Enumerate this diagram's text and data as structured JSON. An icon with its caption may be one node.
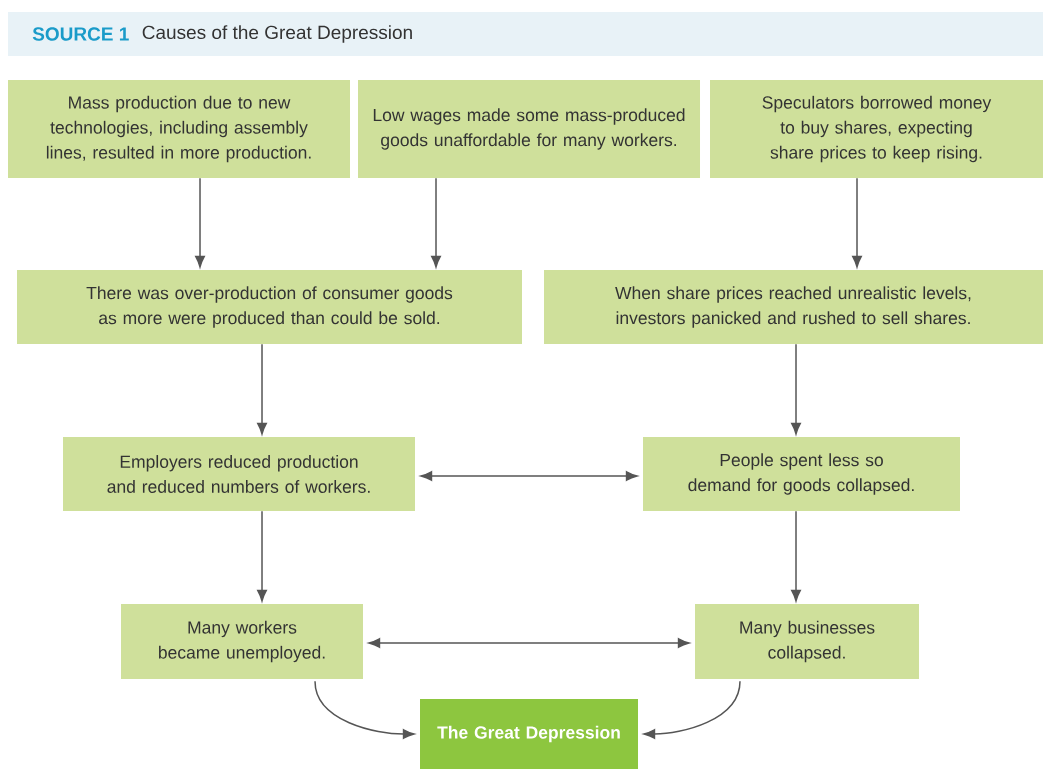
{
  "diagram": {
    "title": "Causes of the Great Depression",
    "nodes": [
      {
        "text": [
          "Mass production due to new technologies, including assembly lines, resulted in more production."
        ]
      },
      {
        "text": [
          "Low wages made some mass-produced goods unaffordable for many workers."
        ]
      },
      {
        "text": [
          "Speculators borrowed money to buy shares, expecting share prices to keep rising."
        ]
      },
      {
        "text": [
          "There was over-production of consumer goods as more were produced than could be sold."
        ]
      },
      {
        "text": [
          "When share prices reached unrealistic levels, investors panicked and rushed to sell shares."
        ]
      },
      {
        "text": [
          "Employers reduced production and reduced numbers of workers."
        ]
      },
      {
        "text": [
          "People spent less so demand for goods collapsed."
        ]
      },
      {
        "text": [
          "Many workers became unemployed."
        ]
      },
      {
        "text": [
          "Many businesses collapsed."
        ]
      },
      {
        "text": [
          "The Great Depression"
        ]
      }
    ],
    "edges": [
      {
        "from": 0,
        "to": 3,
        "arrow": "to"
      },
      {
        "from": 1,
        "to": 3,
        "arrow": "to"
      },
      {
        "from": 2,
        "to": 4,
        "arrow": "to"
      },
      {
        "from": 3,
        "to": 5,
        "arrow": "to"
      },
      {
        "from": 4,
        "to": 6,
        "arrow": "to"
      },
      {
        "from": 5,
        "to": 6,
        "arrow": "both"
      },
      {
        "from": 5,
        "to": 7,
        "arrow": "to"
      },
      {
        "from": 6,
        "to": 8,
        "arrow": "to"
      },
      {
        "from": 7,
        "to": 8,
        "arrow": "both"
      },
      {
        "from": 7,
        "to": 9,
        "arrow": "to"
      },
      {
        "from": 8,
        "to": 9,
        "arrow": "to"
      }
    ],
    "labels": [
      "SOURCE 1"
    ]
  }
}
